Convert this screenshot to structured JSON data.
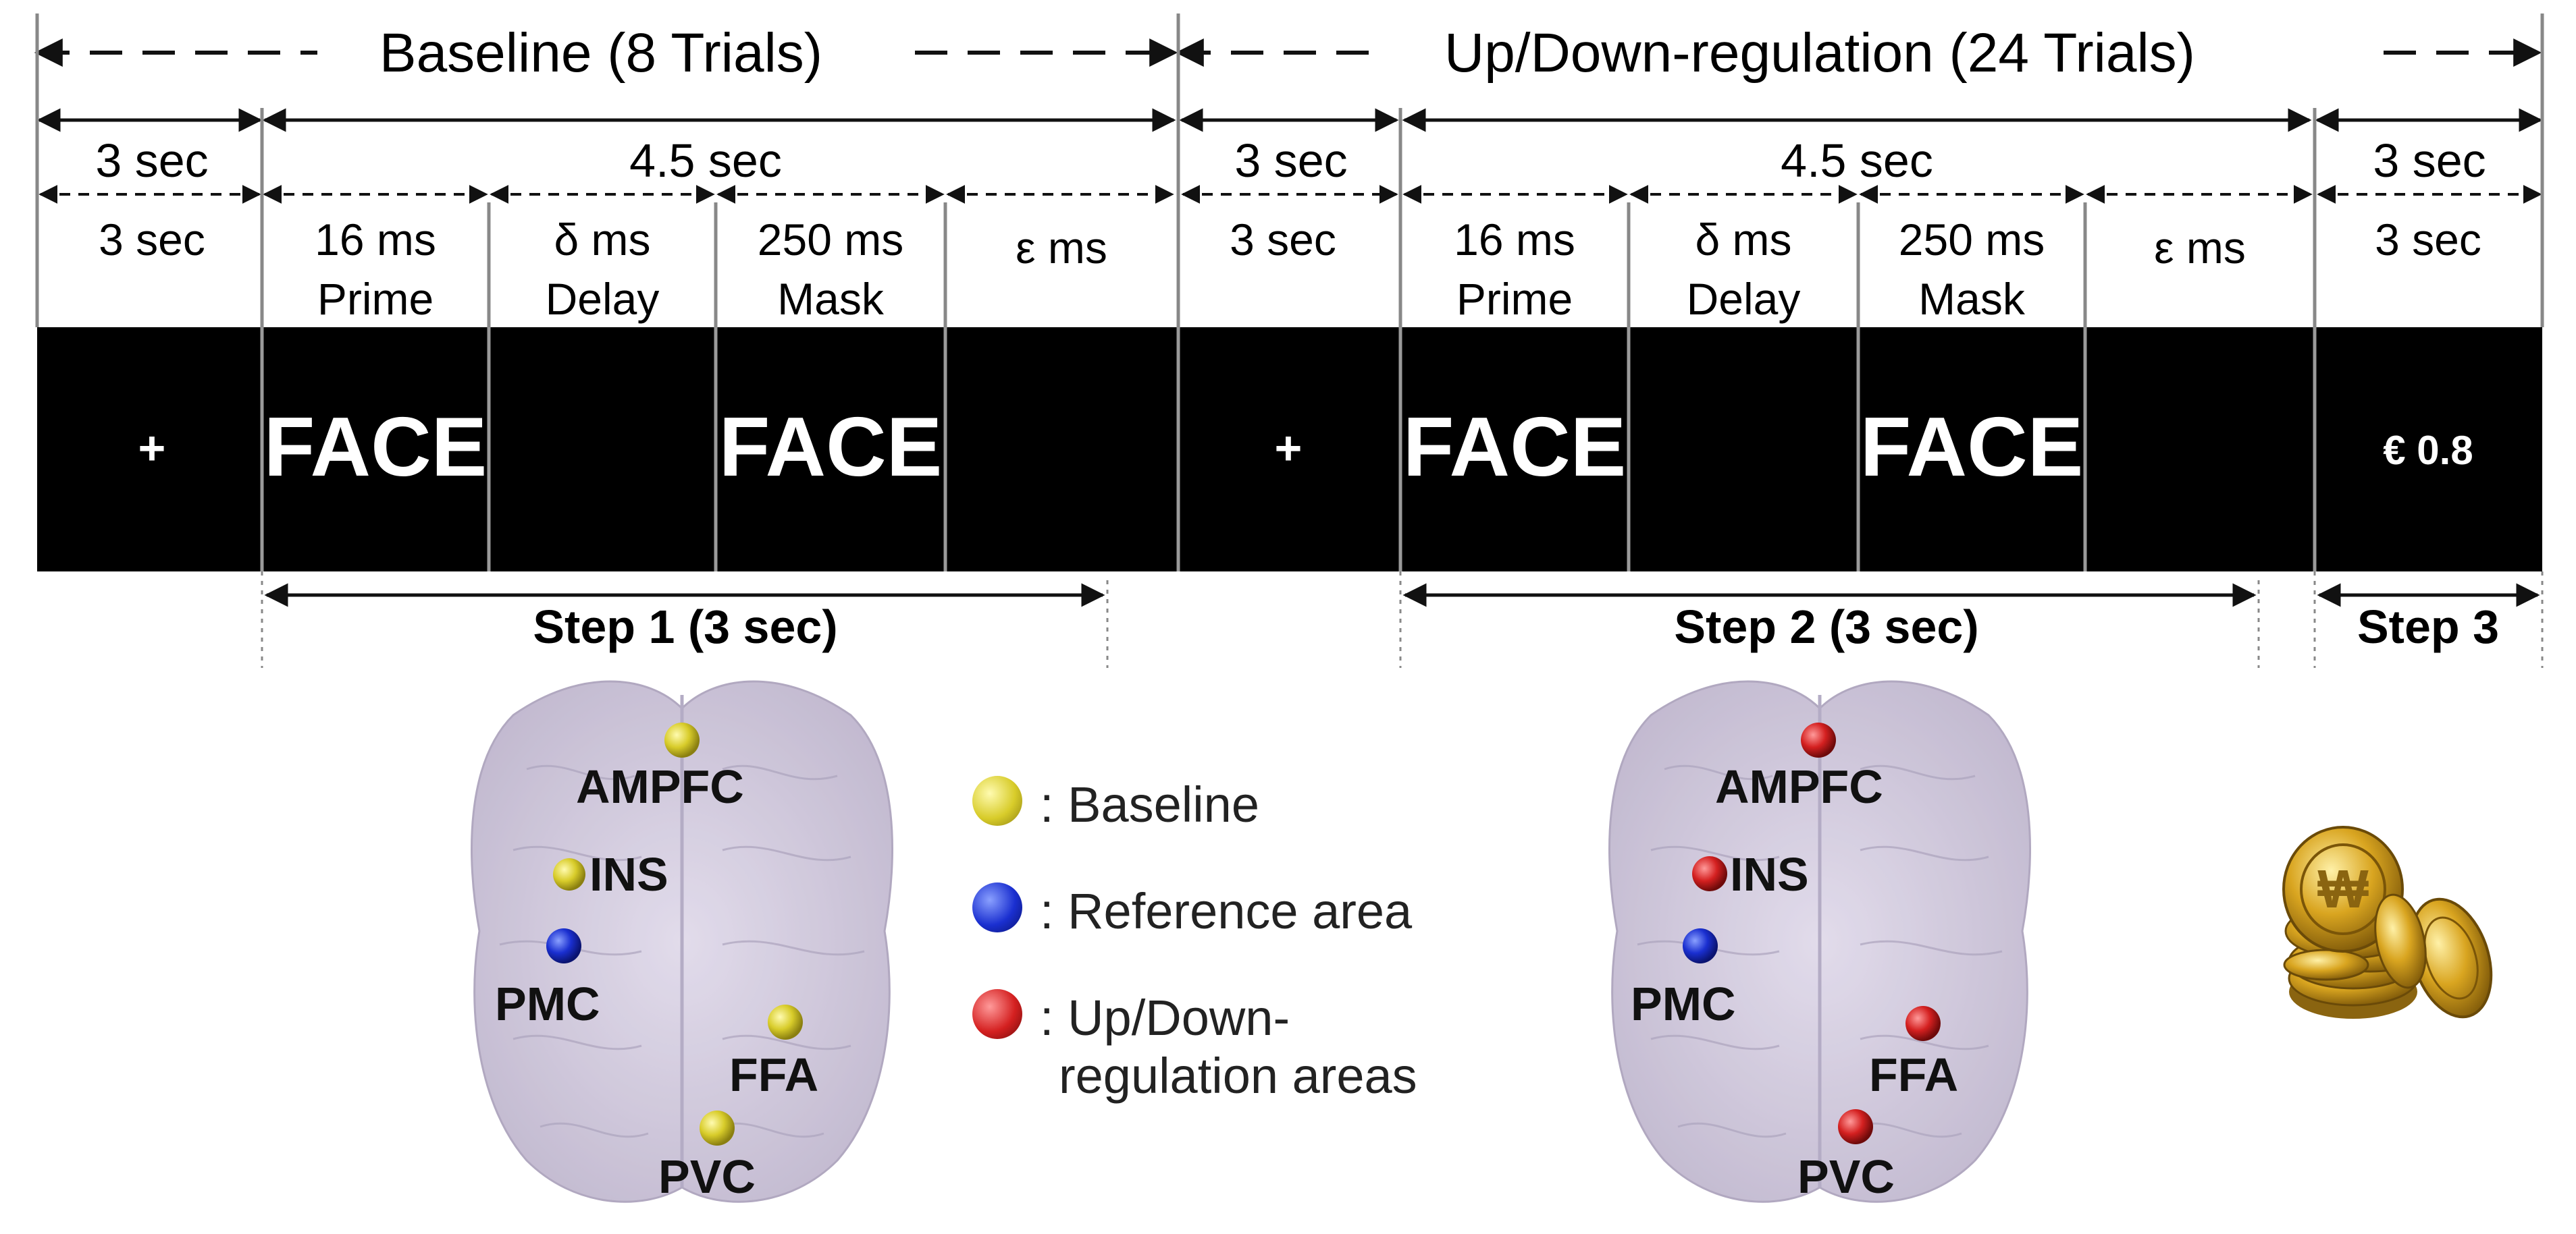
{
  "phases": {
    "baseline": "Baseline (8 Trials)",
    "regulation": "Up/Down-regulation (24 Trials)"
  },
  "durations": {
    "top_3sec": "3 sec",
    "top_45sec": "4.5 sec"
  },
  "segments": [
    {
      "label": "3 sec",
      "sub": "",
      "screen": "+"
    },
    {
      "label": "16 ms",
      "sub": "Prime",
      "screen": "FACE"
    },
    {
      "label": "δ ms",
      "sub": "Delay",
      "screen": ""
    },
    {
      "label": "250 ms",
      "sub": "Mask",
      "screen": "FACE"
    },
    {
      "label": "ε ms",
      "sub": "",
      "screen": ""
    },
    {
      "label": "3 sec",
      "sub": "",
      "screen": "+"
    },
    {
      "label": "16 ms",
      "sub": "Prime",
      "screen": "FACE"
    },
    {
      "label": "δ ms",
      "sub": "Delay",
      "screen": ""
    },
    {
      "label": "250 ms",
      "sub": "Mask",
      "screen": "FACE"
    },
    {
      "label": "ε ms",
      "sub": "",
      "screen": ""
    },
    {
      "label": "3 sec",
      "sub": "",
      "screen": "€ 0.8"
    }
  ],
  "steps": {
    "step1": "Step 1 (3 sec)",
    "step2": "Step 2 (3 sec)",
    "step3": "Step 3"
  },
  "brain_labels": {
    "ampfc": "AMPFC",
    "ins": "INS",
    "pmc": "PMC",
    "ffa": "FFA",
    "pvc": "PVC"
  },
  "legend": {
    "baseline": ": Baseline",
    "reference": ": Reference area",
    "updown_line1": ": Up/Down-",
    "updown_line2": "regulation areas"
  },
  "colors": {
    "baseline_dot": "#d8cc2a",
    "reference_dot": "#1a2fd0",
    "updown_dot": "#d42020",
    "screen_bg": "#000000",
    "coin_gold": "#c99a1e"
  },
  "icons": {
    "reward": "gold-coins-icon"
  }
}
